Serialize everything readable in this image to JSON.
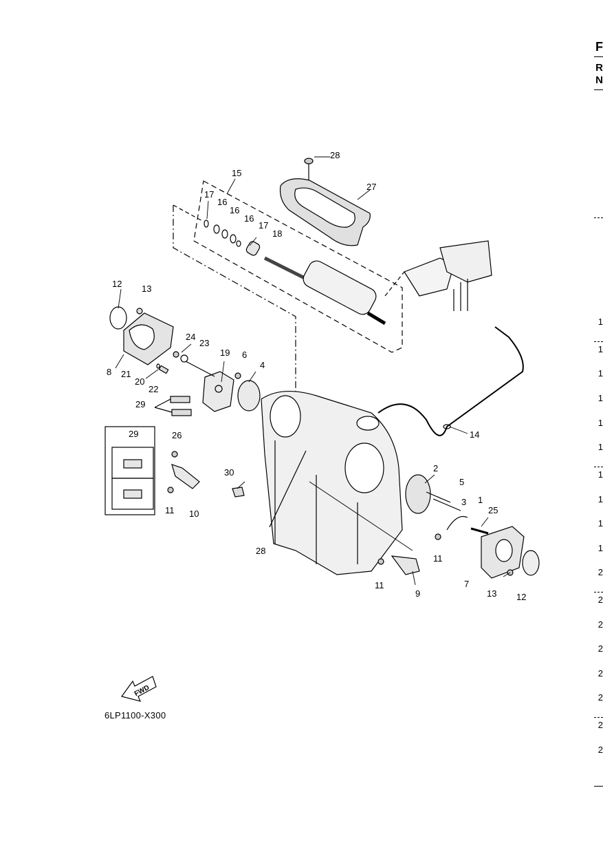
{
  "diagram": {
    "callouts": [
      {
        "id": "c28a",
        "text": "28"
      },
      {
        "id": "c27",
        "text": "27"
      },
      {
        "id": "c15",
        "text": "15"
      },
      {
        "id": "c17a",
        "text": "17"
      },
      {
        "id": "c16a",
        "text": "16"
      },
      {
        "id": "c16b",
        "text": "16"
      },
      {
        "id": "c16c",
        "text": "16"
      },
      {
        "id": "c17b",
        "text": "17"
      },
      {
        "id": "c18",
        "text": "18"
      },
      {
        "id": "c12a",
        "text": "12"
      },
      {
        "id": "c13a",
        "text": "13"
      },
      {
        "id": "c8",
        "text": "8"
      },
      {
        "id": "c24",
        "text": "24"
      },
      {
        "id": "c23",
        "text": "23"
      },
      {
        "id": "c19",
        "text": "19"
      },
      {
        "id": "c6",
        "text": "6"
      },
      {
        "id": "c4",
        "text": "4"
      },
      {
        "id": "c21",
        "text": "21"
      },
      {
        "id": "c20",
        "text": "20"
      },
      {
        "id": "c22",
        "text": "22"
      },
      {
        "id": "c29a",
        "text": "29"
      },
      {
        "id": "c29b",
        "text": "29"
      },
      {
        "id": "c26",
        "text": "26"
      },
      {
        "id": "c11a",
        "text": "11"
      },
      {
        "id": "c10",
        "text": "10"
      },
      {
        "id": "c30",
        "text": "30"
      },
      {
        "id": "c28b",
        "text": "28"
      },
      {
        "id": "c14",
        "text": "14"
      },
      {
        "id": "c2",
        "text": "2"
      },
      {
        "id": "c5",
        "text": "5"
      },
      {
        "id": "c3",
        "text": "3"
      },
      {
        "id": "c1",
        "text": "1"
      },
      {
        "id": "c25",
        "text": "25"
      },
      {
        "id": "c11b",
        "text": "11"
      },
      {
        "id": "c7",
        "text": "7"
      },
      {
        "id": "c13b",
        "text": "13"
      },
      {
        "id": "c12b",
        "text": "12"
      },
      {
        "id": "c11c",
        "text": "11"
      },
      {
        "id": "c9",
        "text": "9"
      }
    ],
    "fwd_label": "FWD",
    "drawing_code": "6LP1100-X300"
  },
  "edge": {
    "header_letters": [
      "F",
      "R",
      "N"
    ],
    "column_digits": [
      "1",
      "1",
      "1",
      "1",
      "1",
      "1",
      "1",
      "1",
      "1",
      "1",
      "2",
      "2",
      "2",
      "2",
      "2",
      "2",
      "2",
      "2"
    ]
  }
}
